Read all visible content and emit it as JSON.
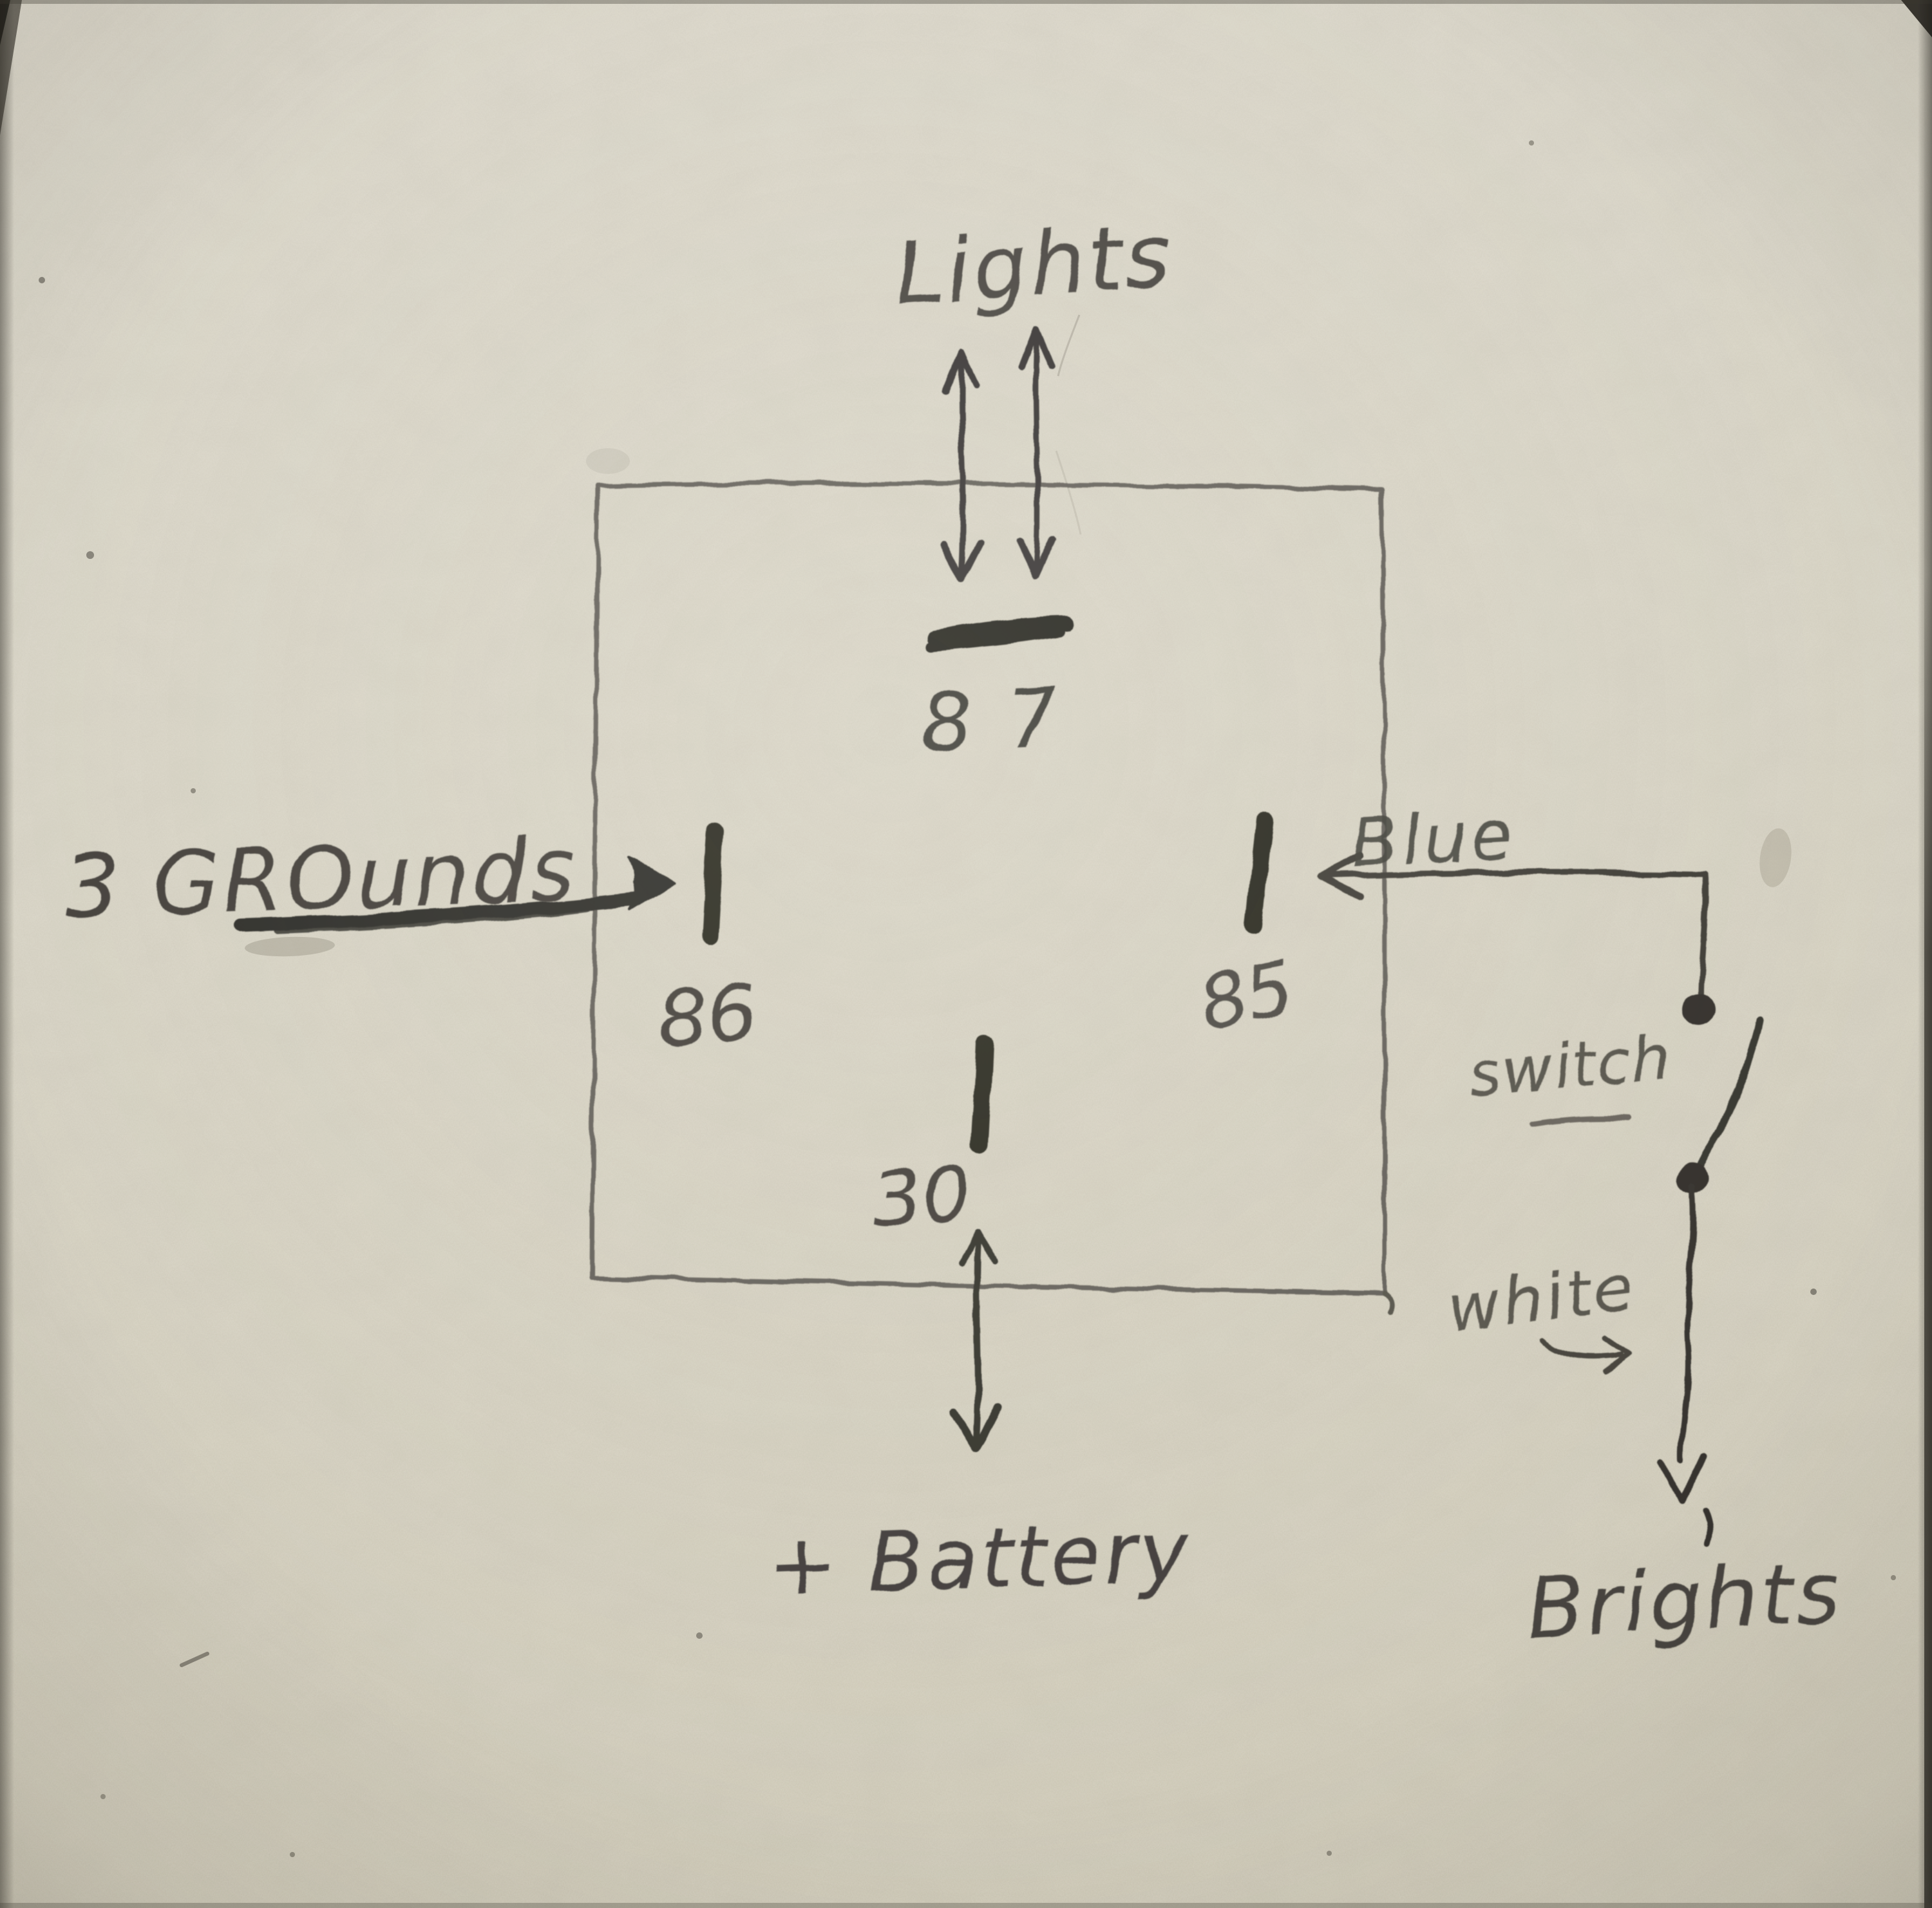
{
  "artwork": {
    "description": "hand-drawn relay wiring diagram, pencil on paper",
    "paper_color": "#d4d0c1",
    "pencil_dark": "#23221e",
    "pencil_mid": "#3a3833",
    "pencil_light": "#5d5a52"
  },
  "labels": {
    "lights": "Lights",
    "terminal_87": "87",
    "grounds": "3 GROunds",
    "terminal_86": "86",
    "terminal_85": "85",
    "blue": "Blue",
    "switch": "switch",
    "white": "white",
    "brights": "Brights",
    "terminal_30": "30",
    "battery": "+ Battery"
  },
  "relay": {
    "terminals": [
      {
        "id": "87",
        "side": "top"
      },
      {
        "id": "86",
        "side": "left"
      },
      {
        "id": "85",
        "side": "right"
      },
      {
        "id": "30",
        "side": "bottom"
      }
    ]
  }
}
